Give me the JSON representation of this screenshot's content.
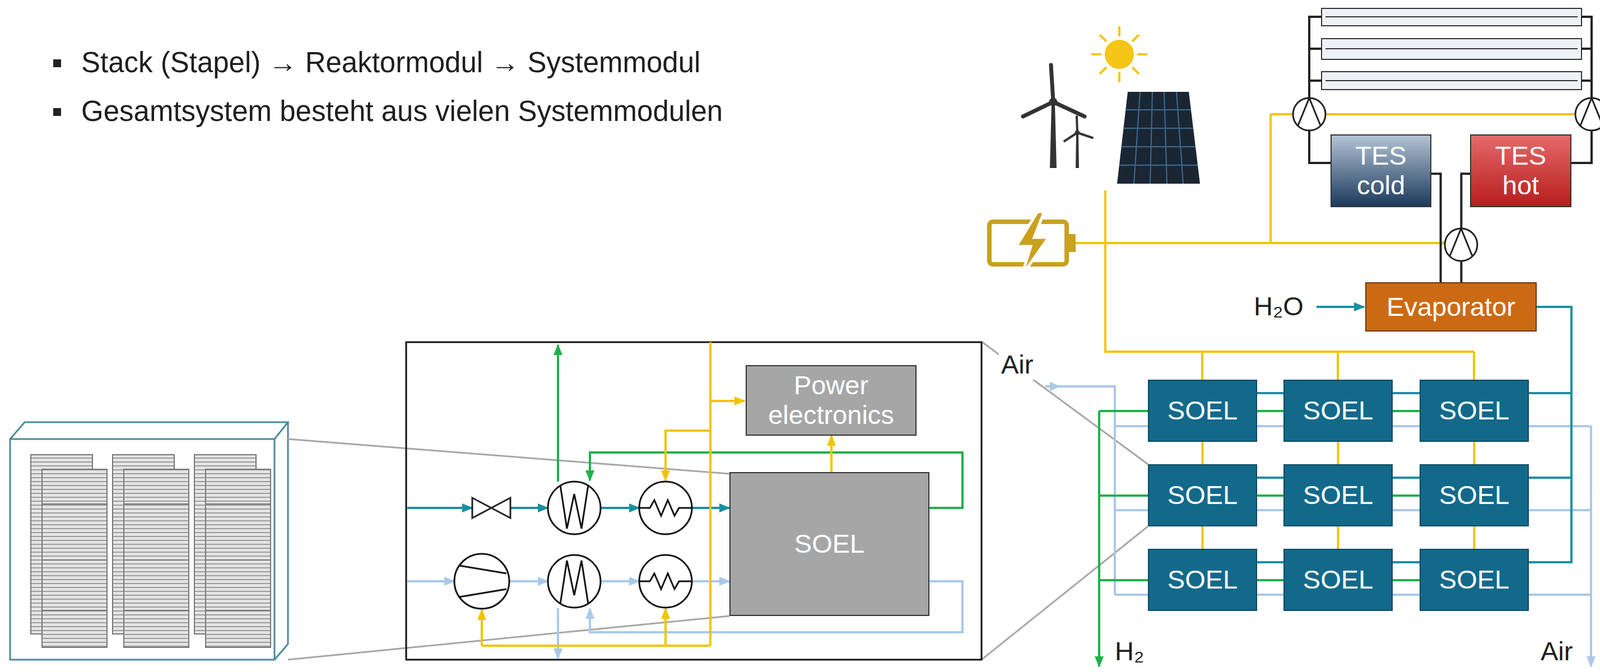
{
  "diagram": {
    "nodes": [
      {
        "text": [
          "Power electronics"
        ]
      },
      {
        "text": [
          "SOEL"
        ]
      },
      {
        "text": [
          "TES cold"
        ]
      },
      {
        "text": [
          "TES hot"
        ]
      },
      {
        "text": [
          "Evaporator"
        ]
      },
      {
        "text": [
          "SOEL"
        ]
      },
      {
        "text": [
          "SOEL"
        ]
      },
      {
        "text": [
          "SOEL"
        ]
      },
      {
        "text": [
          "SOEL"
        ]
      },
      {
        "text": [
          "SOEL"
        ]
      },
      {
        "text": [
          "SOEL"
        ]
      },
      {
        "text": [
          "SOEL"
        ]
      },
      {
        "text": [
          "SOEL"
        ]
      },
      {
        "text": [
          "SOEL"
        ]
      }
    ],
    "edges": [
      {
        "from": 1,
        "to": 0,
        "arrow": "to"
      },
      {
        "from": 2,
        "to": 4,
        "arrow": "none"
      },
      {
        "from": 3,
        "to": 4,
        "arrow": "none"
      },
      {
        "from": 4,
        "to": 7,
        "arrow": "none"
      },
      {
        "from": 4,
        "to": 10,
        "arrow": "none"
      },
      {
        "from": 4,
        "to": 13,
        "arrow": "none"
      },
      {
        "from": 5,
        "to": 6,
        "arrow": "none"
      },
      {
        "from": 6,
        "to": 7,
        "arrow": "none"
      },
      {
        "from": 8,
        "to": 9,
        "arrow": "none"
      },
      {
        "from": 9,
        "to": 10,
        "arrow": "none"
      },
      {
        "from": 11,
        "to": 12,
        "arrow": "none"
      },
      {
        "from": 12,
        "to": 13,
        "arrow": "none"
      },
      {
        "from": 5,
        "to": 8,
        "arrow": "none"
      },
      {
        "from": 8,
        "to": 11,
        "arrow": "none"
      },
      {
        "from": 6,
        "to": 9,
        "arrow": "none"
      },
      {
        "from": 9,
        "to": 12,
        "arrow": "none"
      },
      {
        "from": 7,
        "to": 10,
        "arrow": "none"
      },
      {
        "from": 10,
        "to": 13,
        "arrow": "none"
      }
    ],
    "labels": [
      "Stack (Stapel) → Reaktormodul → Systemmodul",
      "Gesamtsystem besteht aus vielen Systemmodulen",
      "H₂O",
      "Air",
      "H₂",
      "Air"
    ]
  }
}
